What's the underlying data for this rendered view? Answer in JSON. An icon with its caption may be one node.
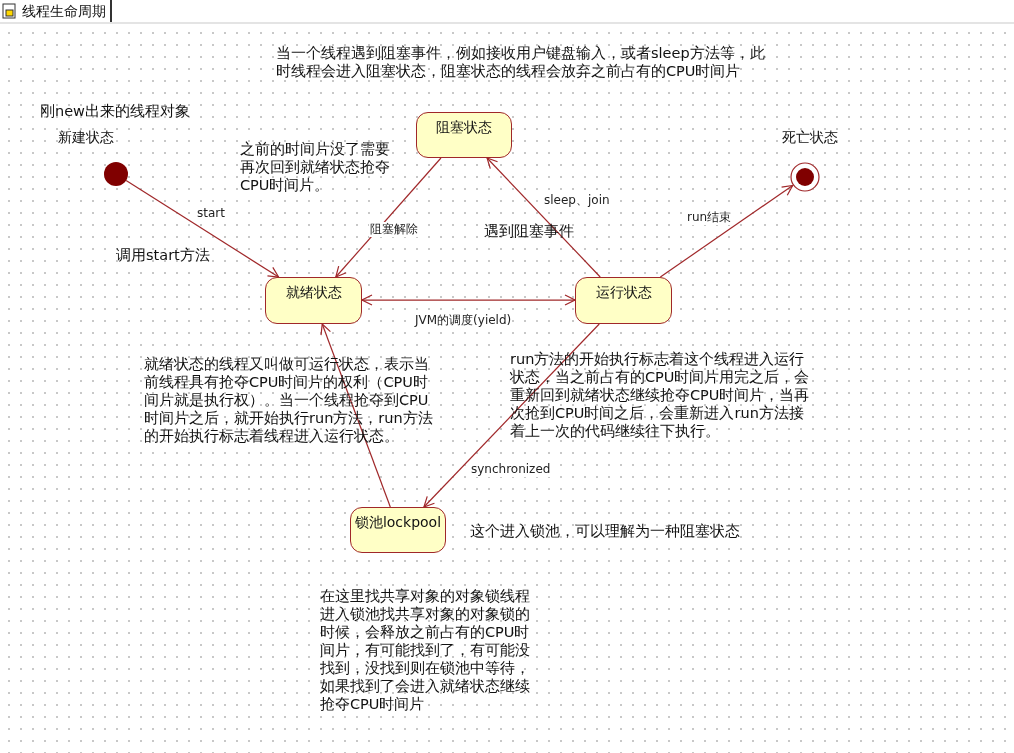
{
  "diagram": {
    "title": "线程生命周期",
    "nodes": [
      {
        "text": [
          "新建状态"
        ]
      },
      {
        "text": [
          "阻塞状态"
        ]
      },
      {
        "text": [
          "死亡状态"
        ]
      },
      {
        "text": [
          "就绪状态"
        ]
      },
      {
        "text": [
          "运行状态"
        ]
      },
      {
        "text": [
          "锁池lockpool"
        ]
      }
    ],
    "edges": [
      {
        "from": 0,
        "to": 3,
        "arrow": "to",
        "label": "start"
      },
      {
        "from": 1,
        "to": 3,
        "arrow": "to",
        "label": "阻塞解除"
      },
      {
        "from": 4,
        "to": 1,
        "arrow": "to",
        "label": "sleep、join"
      },
      {
        "from": 4,
        "to": 2,
        "arrow": "to",
        "label": "run结束"
      },
      {
        "from": 3,
        "to": 4,
        "arrow": "both",
        "label": "JVM的调度(yield)"
      },
      {
        "from": 4,
        "to": 5,
        "arrow": "to",
        "label": "synchronized"
      },
      {
        "from": 5,
        "to": 3,
        "arrow": "to"
      }
    ],
    "labels": [
      "当一个线程遇到阻塞事件，例如接收用户键盘输入，或者sleep方法等，此时线程会进入阻塞状态，阻塞状态的线程会放弃之前占有的CPU时间片",
      "刚new出来的线程对象",
      "之前的时间片没了需要再次回到就绪状态抢夺CPU时间片。",
      "调用start方法",
      "遇到阻塞事件",
      "就绪状态的线程又叫做可运行状态，表示当前线程具有抢夺CPU时间片的权利（CPU时间片就是执行权）。当一个线程抢夺到CPU时间片之后，就开始执行run方法，run方法的开始执行标志着线程进入运行状态。",
      "run方法的开始执行标志着这个线程进入运行状态，当之前占有的CPU时间片用完之后，会重新回到就绪状态继续抢夺CPU时间片，当再次抢到CPU时间之后，会重新进入run方法接着上一次的代码继续往下执行。",
      "这个进入锁池，可以理解为一种阻塞状态",
      "在这里找共享对象的对象锁线程进入锁池找共享对象的对象锁的时候，会释放之前占有的CPU时间片，有可能找到了，有可能没找到，没找到则在锁池中等待，如果找到了会进入就绪状态继续抢夺CPU时间片"
    ]
  }
}
